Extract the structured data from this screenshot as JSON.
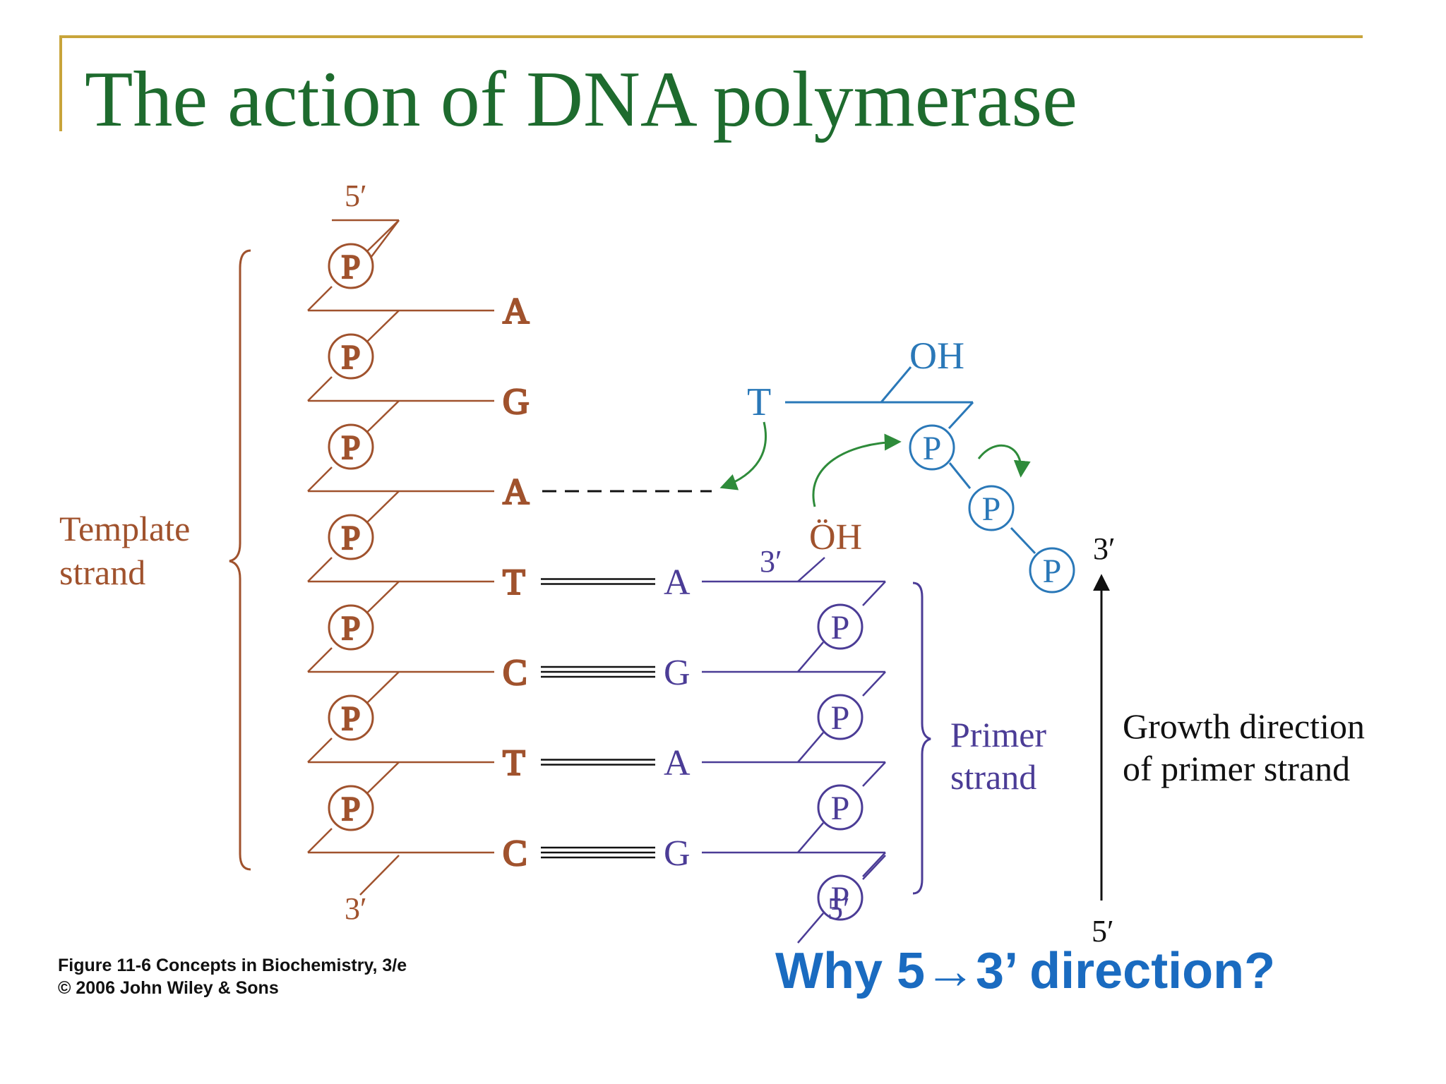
{
  "slide": {
    "title": "The action of DNA polymerase",
    "question": "Why 5→3’ direction?",
    "caption_line1": "Figure 11-6  Concepts in Biochemistry, 3/e",
    "caption_line2": "© 2006 John Wiley & Sons"
  },
  "diagram": {
    "template_label_1": "Template",
    "template_label_2": "strand",
    "primer_label_1": "Primer",
    "primer_label_2": "strand",
    "growth_label_1": "Growth direction",
    "growth_label_2": "of primer strand",
    "phosphate": "P",
    "template_bases": [
      "A",
      "G",
      "A",
      "T",
      "C",
      "T",
      "C"
    ],
    "primer_bases": [
      "A",
      "G",
      "A",
      "G"
    ],
    "incoming_base": "T",
    "incoming_oh": "OH",
    "primer_oh": "ÖH",
    "template_5": "5′",
    "template_3": "3′",
    "primer_3": "3′",
    "primer_5": "5′",
    "growth_3": "3′",
    "growth_5": "5′"
  },
  "colors": {
    "title": "#1e6b2e",
    "accent_rule": "#c8a43a",
    "template": "#a0522d",
    "primer": "#4b3c96",
    "incoming": "#2a78b8",
    "arrows": "#2e8b3a",
    "question": "#1a6bc0",
    "black": "#111111"
  }
}
